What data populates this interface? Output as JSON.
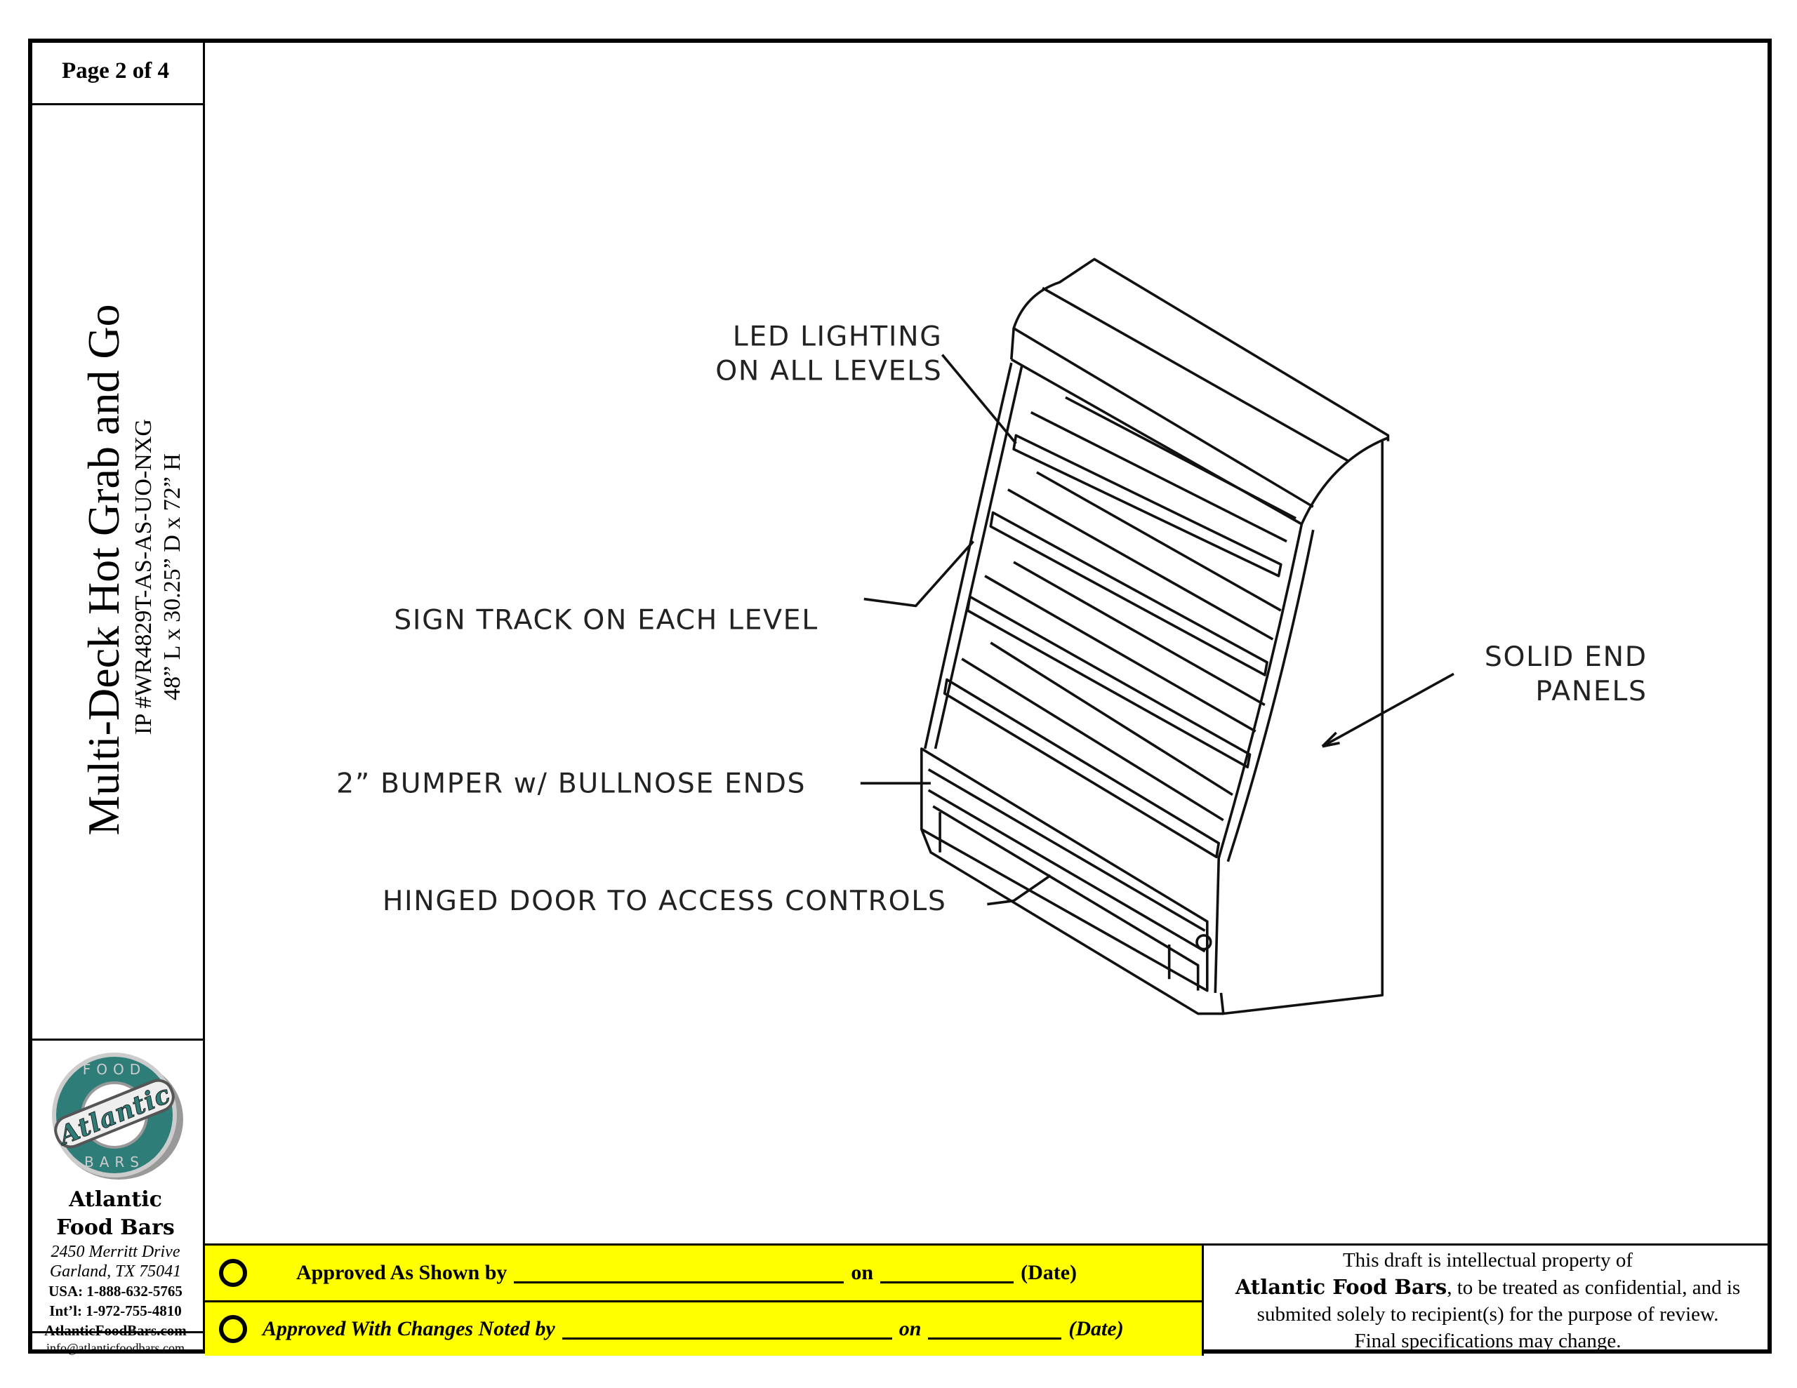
{
  "page_label": "Page 2 of 4",
  "product": {
    "title": "Multi-Deck Hot Grab and Go",
    "model": "IP #WR4829T-AS-AS-UO-NXG",
    "dimensions": "48”  L x 30.25”  D x 72”  H"
  },
  "company": {
    "logo_text": "Atlantic FOOD BARS",
    "name_line1": "Atlantic",
    "name_line2": "Food Bars",
    "address1": "2450 Merritt Drive",
    "address2": "Garland, TX 75041",
    "phone_usa": "USA: 1-888-632-5765",
    "phone_intl": "Int’l: 1-972-755-4810",
    "website": "AtlanticFoodBars.com",
    "email": "info@atlanticfoodbars.com"
  },
  "callouts": {
    "led_1": "LED LIGHTING",
    "led_2": "ON ALL LEVELS",
    "sign_track": "SIGN TRACK ON EACH LEVEL",
    "end_1": "SOLID END",
    "end_2": "PANELS",
    "bumper": "2” BUMPER w/ BULLNOSE ENDS",
    "door": "HINGED DOOR TO ACCESS CONTROLS"
  },
  "approval": {
    "shown_label": "Approved As Shown by",
    "changes_label": "Approved With Changes Noted by",
    "on": "on",
    "date": "(Date)"
  },
  "notice": {
    "line1": "This draft is intellectual property of",
    "company": "Atlantic Food Bars",
    "line2": ", to be treated as confidential, and is",
    "line3": "submited solely to recipient(s) for the purpose of review.",
    "line4": "Final specifications may change."
  },
  "colors": {
    "approval_bg": "#ffff00",
    "logo_teal": "#2e7d78"
  }
}
